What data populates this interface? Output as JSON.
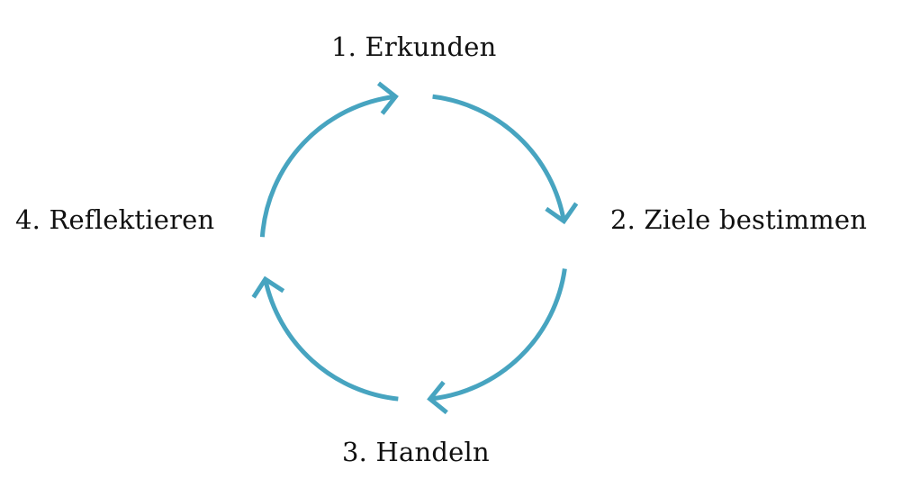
{
  "diagram": {
    "accent_color": "#47a4c0",
    "steps": [
      {
        "label": "1. Erkunden"
      },
      {
        "label": "2. Ziele bestimmen"
      },
      {
        "label": "3. Handeln"
      },
      {
        "label": "4. Reflektieren"
      }
    ]
  }
}
